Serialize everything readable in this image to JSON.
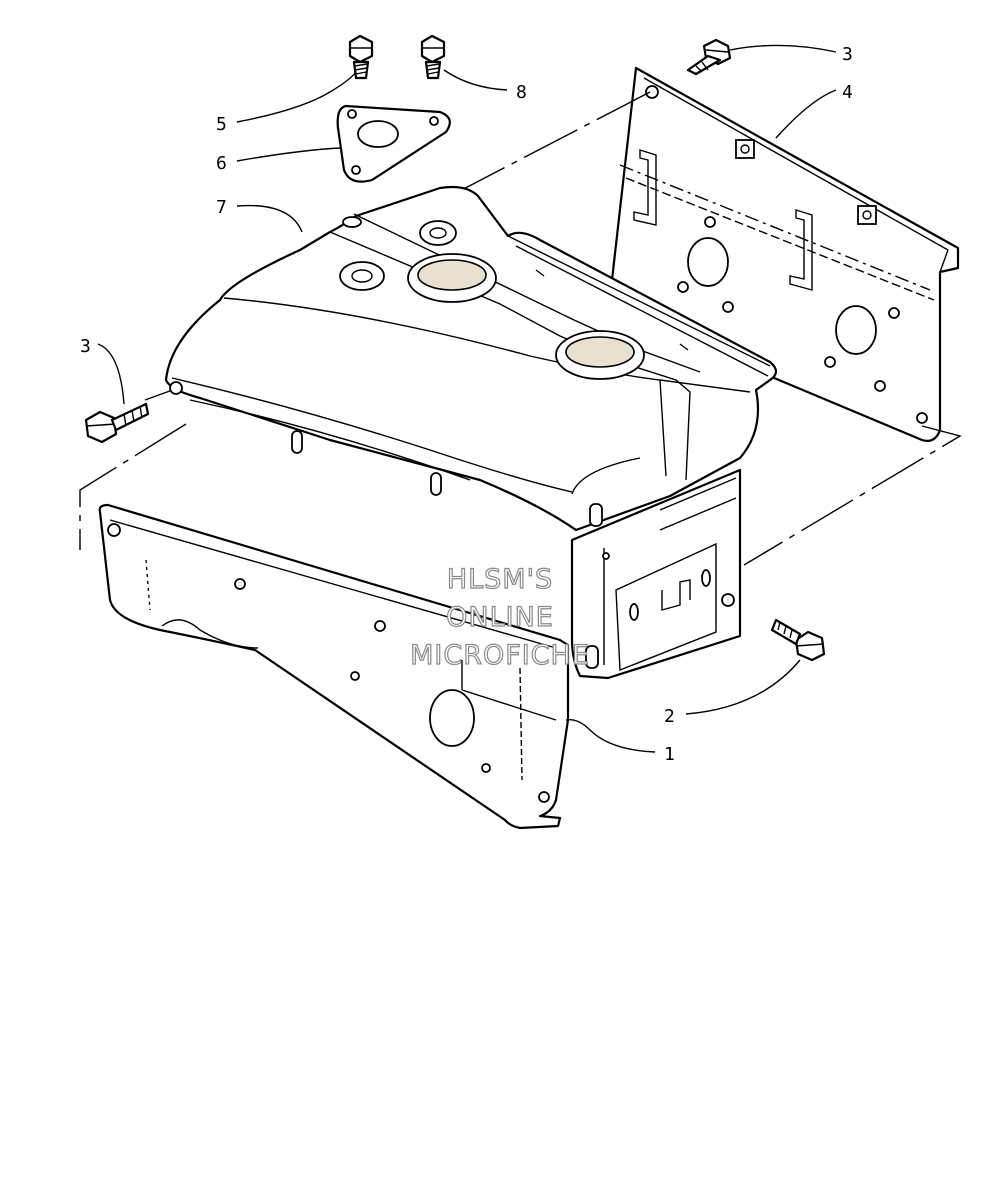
{
  "diagram": {
    "callouts": {
      "c1": "1",
      "c2": "2",
      "c3_right": "3",
      "c3_left": "3",
      "c4": "4",
      "c5": "5",
      "c6": "6",
      "c7": "7",
      "c8": "8"
    },
    "watermark": {
      "line1": "HLSM'S",
      "line2": "ONLINE",
      "line3": "MICROFICHE"
    }
  }
}
